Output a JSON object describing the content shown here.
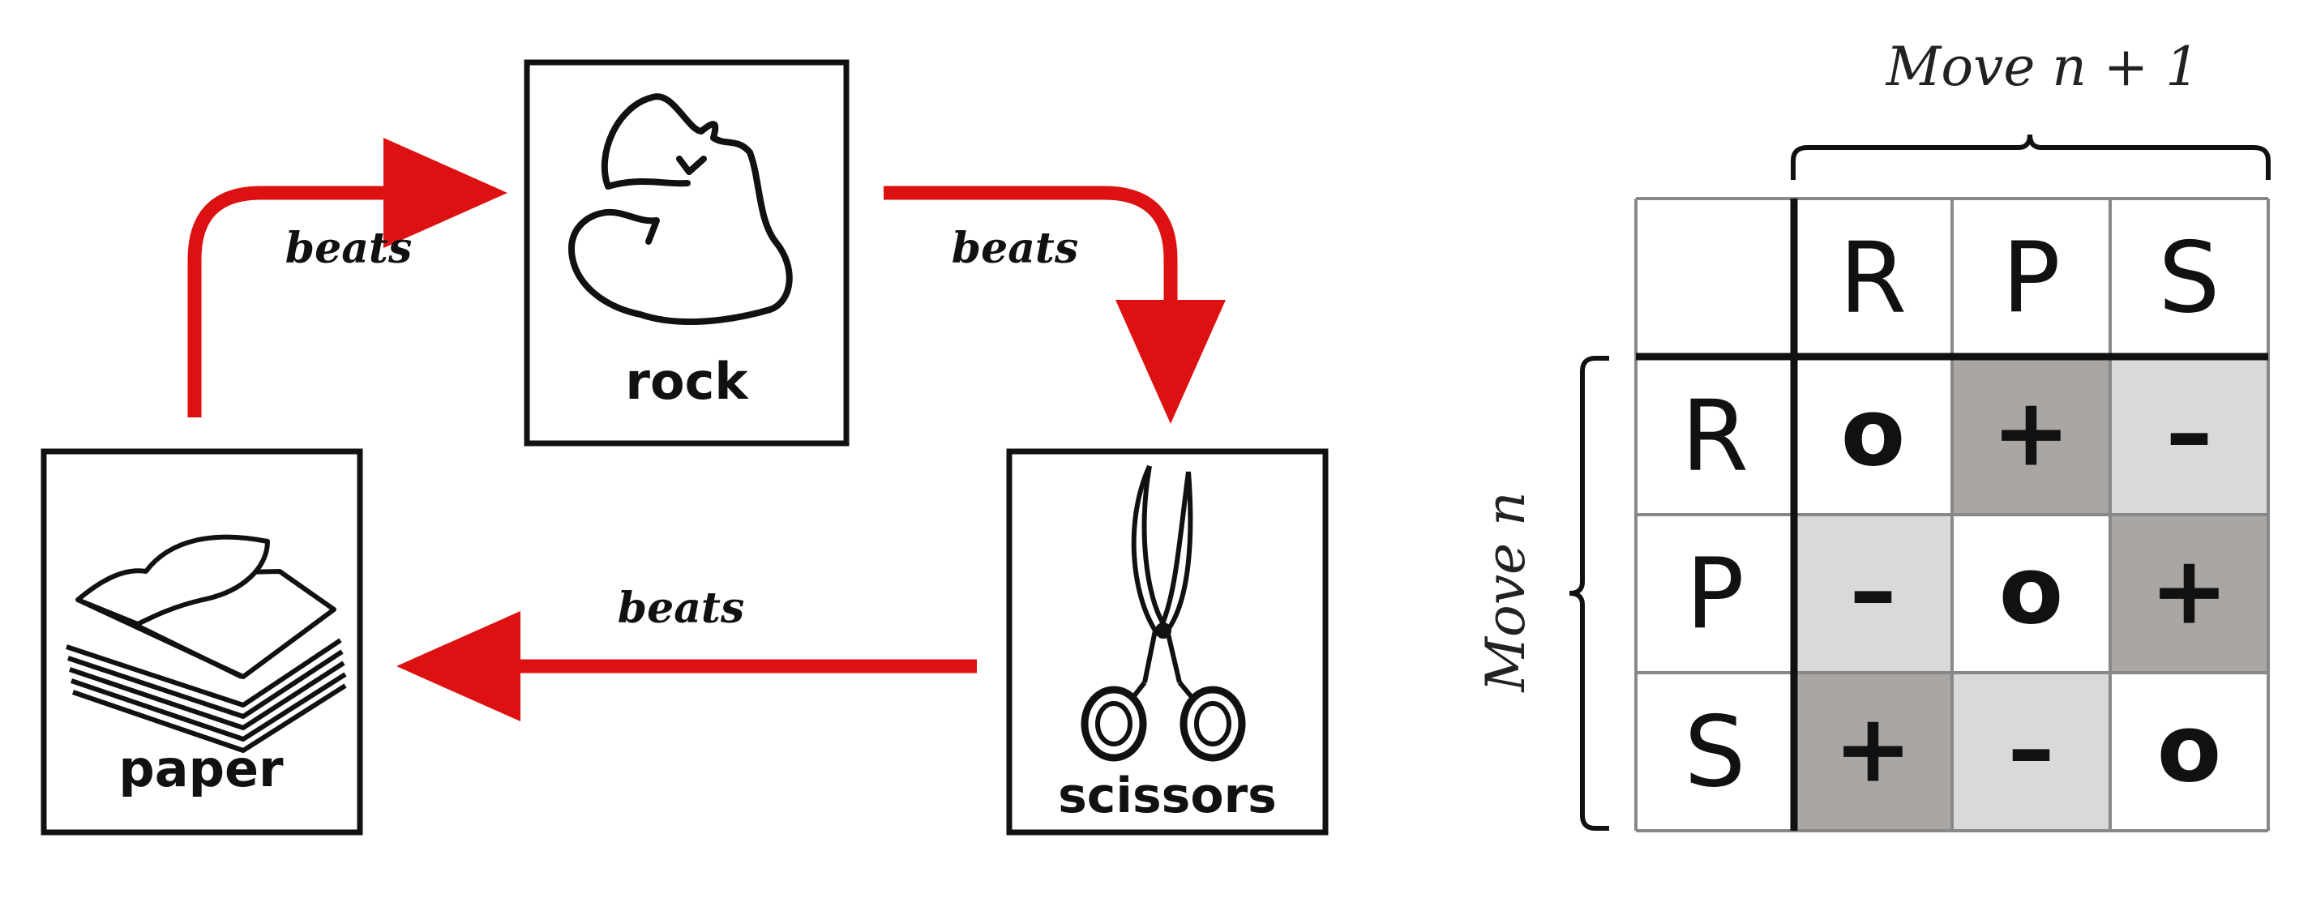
{
  "cycle": {
    "cards": {
      "rock": {
        "label": "rock",
        "icon": "rock-icon"
      },
      "paper": {
        "label": "paper",
        "icon": "paper-stack-icon"
      },
      "scissors": {
        "label": "scissors",
        "icon": "scissors-icon"
      }
    },
    "arrows": {
      "paper_rock": "beats",
      "rock_scissors": "beats",
      "scissors_paper": "beats"
    },
    "arrow_color": "#dd1111"
  },
  "matrix": {
    "col_axis_label": "Move n + 1",
    "row_axis_label": "Move n",
    "col_headers": [
      "R",
      "P",
      "S"
    ],
    "row_headers": [
      "R",
      "P",
      "S"
    ],
    "cells": [
      [
        "o",
        "+",
        "–"
      ],
      [
        "–",
        "o",
        "+"
      ],
      [
        "+",
        "–",
        "o"
      ]
    ],
    "shading": [
      [
        "white",
        "dark",
        "light"
      ],
      [
        "light",
        "white",
        "dark"
      ],
      [
        "dark",
        "light",
        "white"
      ]
    ],
    "colors": {
      "white": "#ffffff",
      "dark": "#a9a6a4",
      "light": "#dad9d8"
    }
  }
}
